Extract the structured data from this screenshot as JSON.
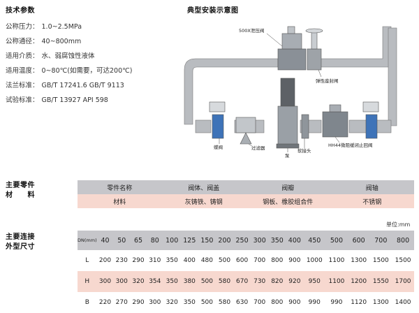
{
  "tech": {
    "title": "技术参数",
    "items": [
      {
        "k": "公称压力：",
        "v": "1.0~2.5MPa"
      },
      {
        "k": "公称通径：",
        "v": "40~800mm"
      },
      {
        "k": "适用介质：",
        "v": "水、弱腐蚀性液体"
      },
      {
        "k": "适用温度：",
        "v": "0~80℃(如需要，可达200℃)"
      },
      {
        "k": "法兰标准：",
        "v": "GB/T 17241.6  GB/T 9113"
      },
      {
        "k": "试验标准：",
        "v": "GB/T 13927  API 598"
      }
    ]
  },
  "diagram": {
    "title": "典型安装示意图",
    "labels": {
      "relief": "500X泄压阀",
      "soft_seal": "弹性座封闸",
      "butterfly": "蝶阀",
      "filter": "过滤器",
      "pump": "泵",
      "soft_joint": "软接头",
      "check": "HH44微阻缓闭止回阀"
    }
  },
  "parts": {
    "title_line1": "主要零件",
    "title_line2": "材　　料",
    "header": [
      "零件名称",
      "阀体、阀盖",
      "阀瓣",
      "阀轴"
    ],
    "row": [
      "材料",
      "灰铸铁、铸钢",
      "钢板、橡胶组合件",
      "不锈钢"
    ]
  },
  "dims": {
    "title_line1": "主要连接",
    "title_line2": "外型尺寸",
    "unit": "单位:mm",
    "header_label": "DN(mm)",
    "dn": [
      "40",
      "50",
      "65",
      "80",
      "100",
      "125",
      "150",
      "200",
      "250",
      "300",
      "350",
      "400",
      "450",
      "500",
      "600",
      "700",
      "800"
    ],
    "rows": [
      {
        "label": "L",
        "values": [
          "200",
          "230",
          "290",
          "310",
          "350",
          "400",
          "480",
          "500",
          "600",
          "700",
          "800",
          "900",
          "1000",
          "1100",
          "1300",
          "1500",
          "1500"
        ]
      },
      {
        "label": "H",
        "values": [
          "300",
          "300",
          "320",
          "354",
          "350",
          "380",
          "500",
          "580",
          "670",
          "730",
          "820",
          "920",
          "950",
          "1100",
          "1200",
          "1550",
          "1700"
        ]
      },
      {
        "label": "B",
        "values": [
          "220",
          "270",
          "290",
          "300",
          "320",
          "350",
          "500",
          "580",
          "630",
          "700",
          "800",
          "900",
          "990",
          "990",
          "1120",
          "1300",
          "1400"
        ]
      }
    ]
  }
}
